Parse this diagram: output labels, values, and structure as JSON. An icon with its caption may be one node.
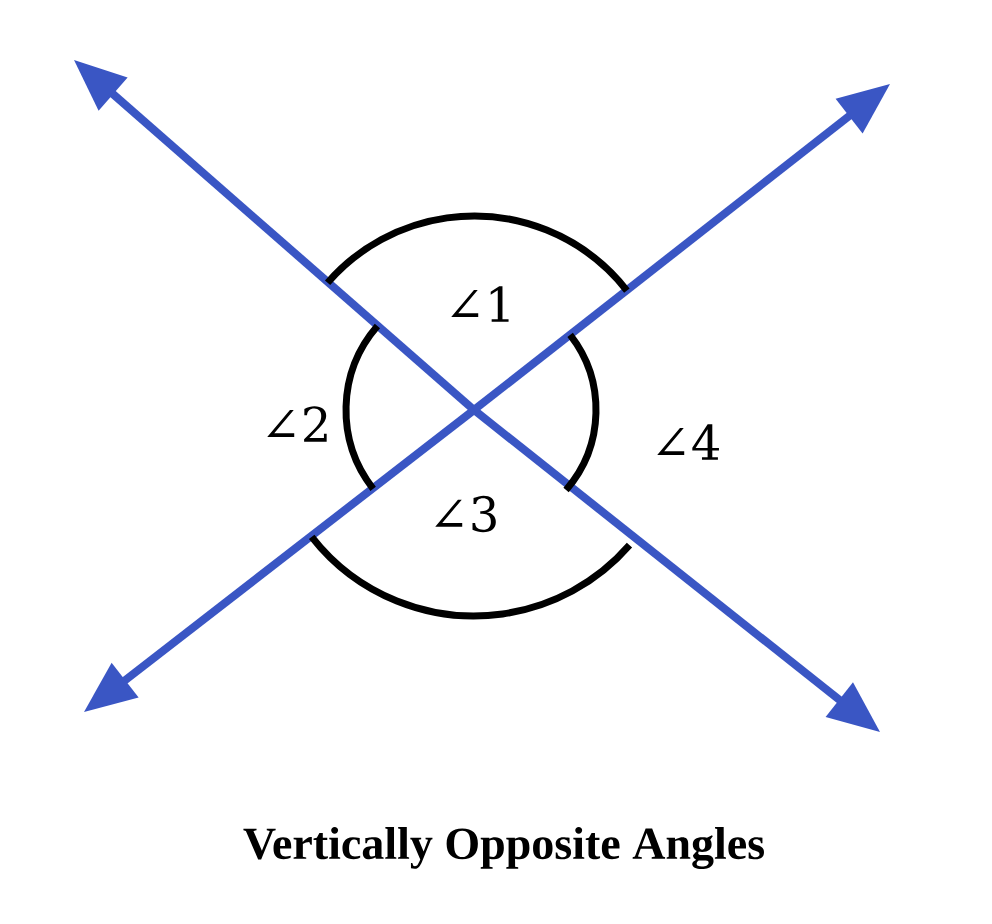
{
  "diagram": {
    "caption": "Vertically Opposite Angles",
    "labels": [
      "∠1",
      "∠2",
      "∠3",
      "∠4"
    ]
  }
}
